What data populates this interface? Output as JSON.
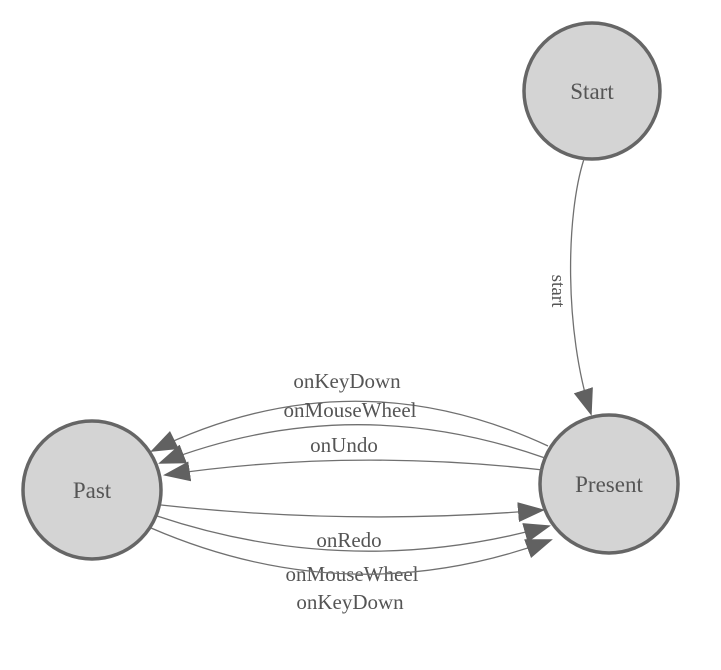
{
  "diagram": {
    "type": "finite-state-machine",
    "nodes": [
      {
        "id": "start",
        "label": "Start"
      },
      {
        "id": "past",
        "label": "Past"
      },
      {
        "id": "present",
        "label": "Present"
      }
    ],
    "edges": [
      {
        "from": "start",
        "to": "present",
        "label": "start"
      },
      {
        "from": "present",
        "to": "past",
        "label": "onKeyDown"
      },
      {
        "from": "present",
        "to": "past",
        "label": "onMouseWheel"
      },
      {
        "from": "present",
        "to": "past",
        "label": "onUndo"
      },
      {
        "from": "past",
        "to": "present",
        "label": "onRedo"
      },
      {
        "from": "past",
        "to": "present",
        "label": "onMouseWheel"
      },
      {
        "from": "past",
        "to": "present",
        "label": "onKeyDown"
      }
    ],
    "colors": {
      "background": "#ffffff",
      "node_fill": "#d4d4d4",
      "node_stroke": "#666666",
      "edge_stroke": "#707070",
      "arrow_fill": "#616161",
      "text": "#555555"
    }
  }
}
